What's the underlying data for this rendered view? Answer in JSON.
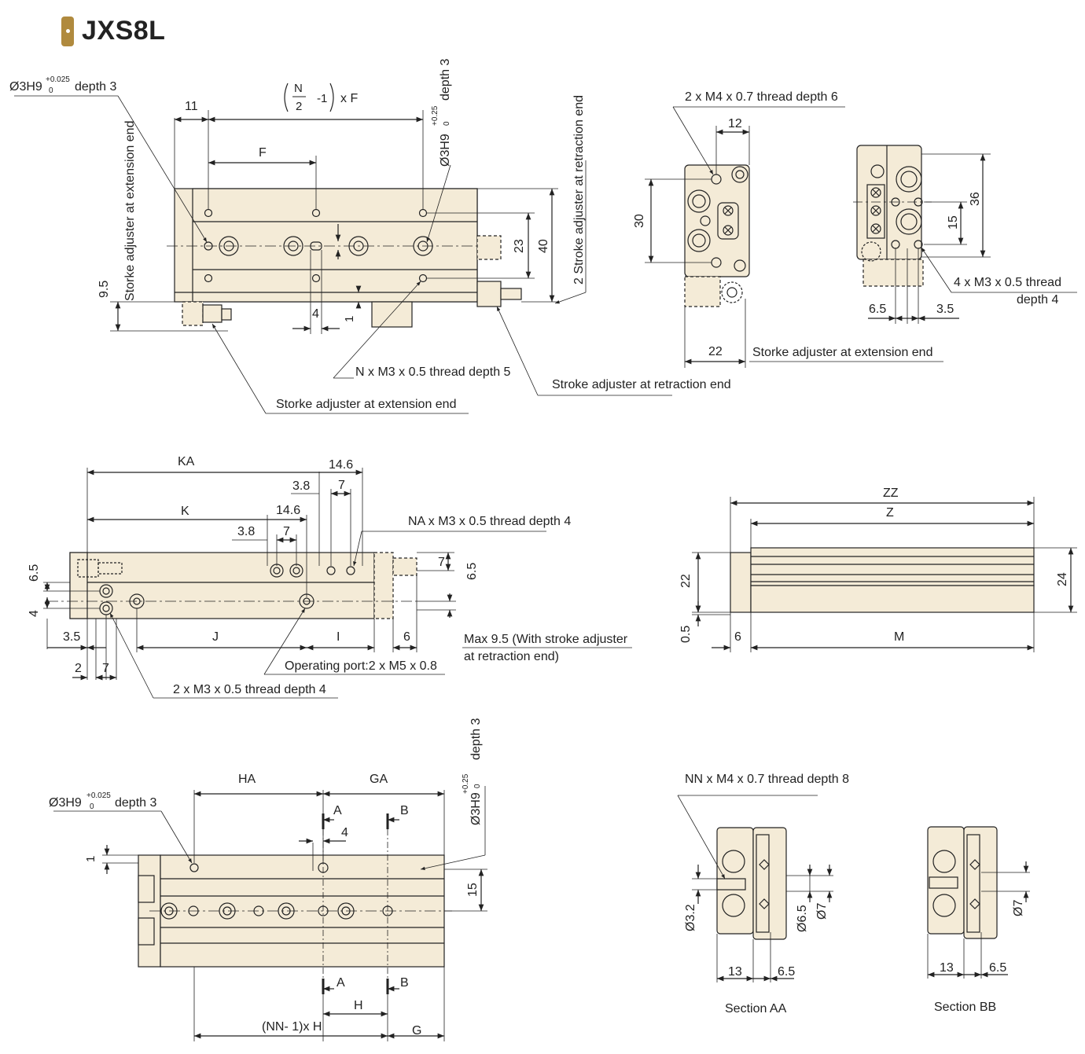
{
  "title": "JXS8L",
  "colors": {
    "body": "#f4ebd7",
    "line": "#222222",
    "accent": "#b08a3e"
  },
  "top_view": {
    "hole_ref": "Ø3H9 +0.025/0 depth 3",
    "hole_ref_tol_upper": "+0.025",
    "hole_ref_tol_lower": "0",
    "hole_ref_main": "Ø3H9",
    "hole_ref_depth": "depth 3",
    "dim_11": "11",
    "pitch_formula_n": "N",
    "pitch_formula_2": "2",
    "pitch_formula_rest": "-1",
    "pitch_formula_xf": "x F",
    "dim_f": "F",
    "dim_23": "23",
    "dim_40": "40",
    "dim_9_5": "9.5",
    "dim_4": "4",
    "dim_1": "1",
    "right_hole_tol_upper": "+0.25",
    "right_hole_tol_lower": "0",
    "right_hole_main": "Ø3H9",
    "right_hole_depth": "depth 3",
    "vertical_label_left": "Storke adjuster at extension end",
    "vertical_label_right": "2 Stroke adjuster at retraction end",
    "callout_thread": "N x M3 x 0.5 thread depth 5",
    "callout_retraction": "Stroke adjuster at retraction end",
    "callout_extension": "Storke adjuster at extension end"
  },
  "end_view_left": {
    "callout": "2 x M4 x 0.7 thread depth 6",
    "dim_12": "12",
    "dim_30": "30",
    "dim_22": "22",
    "callout_extension": "Storke adjuster at extension end"
  },
  "end_view_right": {
    "dim_36": "36",
    "dim_15": "15",
    "dim_6_5": "6.5",
    "dim_3_5": "3.5",
    "callout_line1": "4 x M3 x 0.5 thread",
    "callout_line2": "depth 4"
  },
  "side_view": {
    "dim_ka": "KA",
    "dim_k": "K",
    "dim_14_6a": "14.6",
    "dim_3_8a": "3.8",
    "dim_7a": "7",
    "dim_14_6b": "14.6",
    "dim_3_8b": "3.8",
    "dim_7b": "7",
    "callout_na": "NA x M3 x 0.5 thread depth 4",
    "dim_7_right": "7",
    "dim_6_5_left": "6.5",
    "dim_4_left": "4",
    "dim_6_5_right": "6.5",
    "dim_3_5": "3.5",
    "dim_j": "J",
    "dim_i": "I",
    "dim_6": "6",
    "dim_2": "2",
    "dim_7_bottom": "7",
    "callout_port": "Operating port:2 x M5 x 0.8",
    "callout_thread": "2 x M3 x 0.5 thread depth  4",
    "callout_max_line1": "Max 9.5 (With stroke adjuster",
    "callout_max_line2": "at retraction end)"
  },
  "front_view": {
    "dim_zz": "ZZ",
    "dim_z": "Z",
    "dim_22": "22",
    "dim_24": "24",
    "dim_0_5": "0.5",
    "dim_6": "6",
    "dim_m": "M"
  },
  "bottom_view": {
    "dim_ha": "HA",
    "dim_ga": "GA",
    "hole_main": "Ø3H9",
    "hole_tol_upper": "+0.025",
    "hole_tol_lower": "0",
    "hole_depth": "depth 3",
    "right_hole_main": "Ø3H9",
    "right_hole_tol_upper": "+0.25",
    "right_hole_tol_lower": "0",
    "right_hole_depth": "depth 3",
    "section_a": "A",
    "section_b": "B",
    "dim_4": "4",
    "dim_1": "1",
    "dim_15": "15",
    "dim_h": "H",
    "dim_nn": "(NN- 1)x H",
    "dim_g": "G"
  },
  "section_aa": {
    "callout": "NN x M4 x 0.7 thread depth 8",
    "dim_3_2": "Ø3.2",
    "dim_6_5": "Ø6.5",
    "dim_7": "Ø7",
    "dim_13": "13",
    "dim_6_5b": "6.5",
    "label": "Section AA"
  },
  "section_bb": {
    "dim_7": "Ø7",
    "dim_13": "13",
    "dim_6_5": "6.5",
    "label": "Section BB"
  }
}
